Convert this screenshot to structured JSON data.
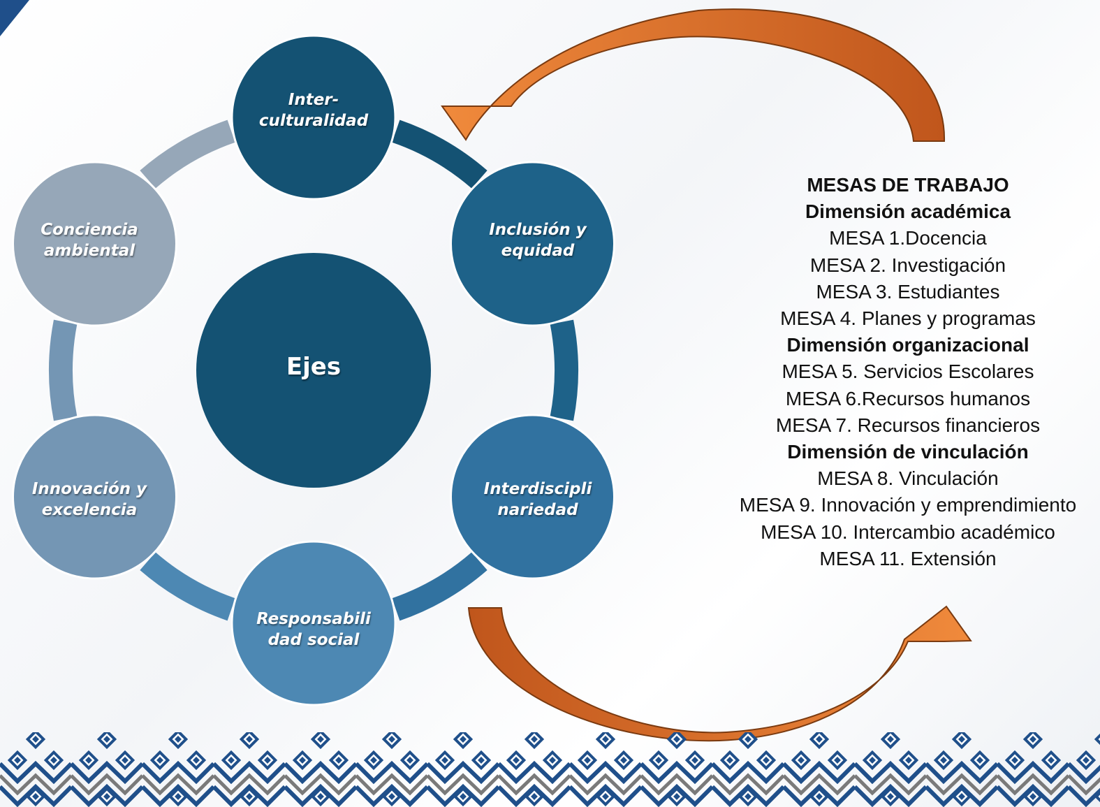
{
  "diagram": {
    "center": {
      "label": "Ejes",
      "color": "#145273"
    },
    "nodes": [
      {
        "id": "interculturalidad",
        "label_line1": "Inter-",
        "label_line2": "culturalidad",
        "color": "#145273"
      },
      {
        "id": "inclusion",
        "label_line1": "Inclusión y",
        "label_line2": "equidad",
        "color": "#1e6289"
      },
      {
        "id": "interdisciplinariedad",
        "label_line1": "Interdiscipli",
        "label_line2": "nariedad",
        "color": "#3172a0"
      },
      {
        "id": "responsabilidad",
        "label_line1": "Responsabili",
        "label_line2": "dad social",
        "color": "#4d88b3"
      },
      {
        "id": "innovacion",
        "label_line1": "Innovación y",
        "label_line2": "excelencia",
        "color": "#7496b4"
      },
      {
        "id": "conciencia",
        "label_line1": "Conciencia",
        "label_line2": "ambiental",
        "color": "#96a7b8"
      }
    ],
    "arrow_color": "#e97a32"
  },
  "mesas": {
    "heading": "MESAS DE TRABAJO",
    "dim_academica": "Dimensión académica",
    "mesa1": "MESA 1.Docencia",
    "mesa2": "MESA 2. Investigación",
    "mesa3": "MESA 3. Estudiantes",
    "mesa4": "MESA 4. Planes y programas",
    "dim_organizacional": "Dimensión organizacional",
    "mesa5": "MESA 5. Servicios Escolares",
    "mesa6": "MESA 6.Recursos humanos",
    "mesa7": "MESA 7. Recursos financieros",
    "dim_vinculacion": "Dimensión de vinculación",
    "mesa8": "MESA 8. Vinculación",
    "mesa9": "MESA 9. Innovación y emprendimiento",
    "mesa10": "MESA 10. Intercambio académico",
    "mesa11": "MESA 11. Extensión"
  },
  "border_colors": {
    "primary": "#1f4f8a",
    "secondary": "#7a7a7a"
  }
}
